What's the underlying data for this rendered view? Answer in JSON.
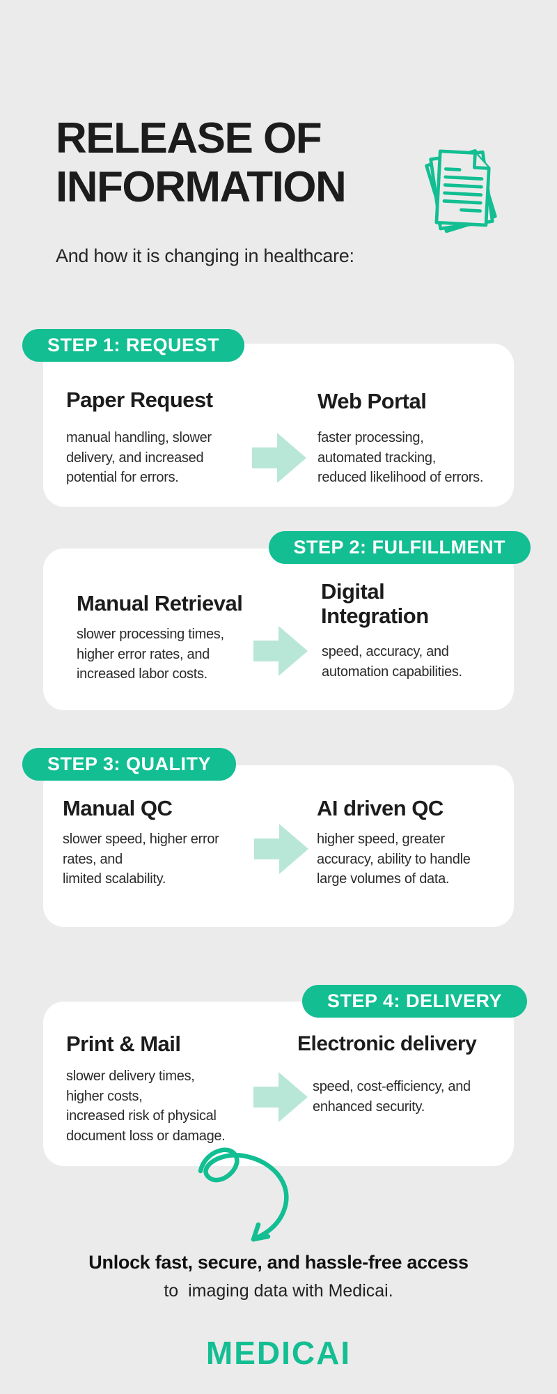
{
  "colors": {
    "bg": "#EBEBEB",
    "card": "#FFFFFF",
    "accent": "#12BE92",
    "arrow": "#B9E7D7",
    "ink": "#1C1C1C",
    "body": "#2B2B2B"
  },
  "header": {
    "title": "RELEASE OF\nINFORMATION",
    "subtitle": "And how it is changing in healthcare:"
  },
  "icons": {
    "title_icon": "documents-stack",
    "transition_icon": "arrow-right",
    "footer_icon": "curly-arrow-down"
  },
  "steps": [
    {
      "badge": "STEP 1: REQUEST",
      "old": {
        "title": "Paper Request",
        "desc": "manual handling, slower\ndelivery, and increased\npotential for errors."
      },
      "new": {
        "title": "Web Portal",
        "desc": "faster processing,\nautomated tracking,\nreduced likelihood of errors."
      }
    },
    {
      "badge": "STEP 2: FULFILLMENT",
      "old": {
        "title": "Manual Retrieval",
        "desc": "slower processing times,\nhigher error rates, and\nincreased labor costs."
      },
      "new": {
        "title": "Digital\nIntegration",
        "desc": "speed, accuracy, and\nautomation capabilities."
      }
    },
    {
      "badge": "STEP 3: QUALITY",
      "old": {
        "title": "Manual QC",
        "desc": "slower speed, higher error\nrates, and\nlimited scalability."
      },
      "new": {
        "title": "AI driven QC",
        "desc": "higher speed, greater\naccuracy, ability to handle\nlarge volumes of data."
      }
    },
    {
      "badge": "STEP 4: DELIVERY",
      "old": {
        "title": "Print & Mail",
        "desc": "slower delivery times,\nhigher costs,\nincreased risk of physical\ndocument loss or damage."
      },
      "new": {
        "title": "Electronic delivery",
        "desc": "speed, cost-efficiency, and\nenhanced security."
      }
    }
  ],
  "footer": {
    "cta_bold": "Unlock fast, secure, and hassle-free access",
    "cta_rest": "to  imaging data with Medicai.",
    "logo": "MEDICAI"
  }
}
